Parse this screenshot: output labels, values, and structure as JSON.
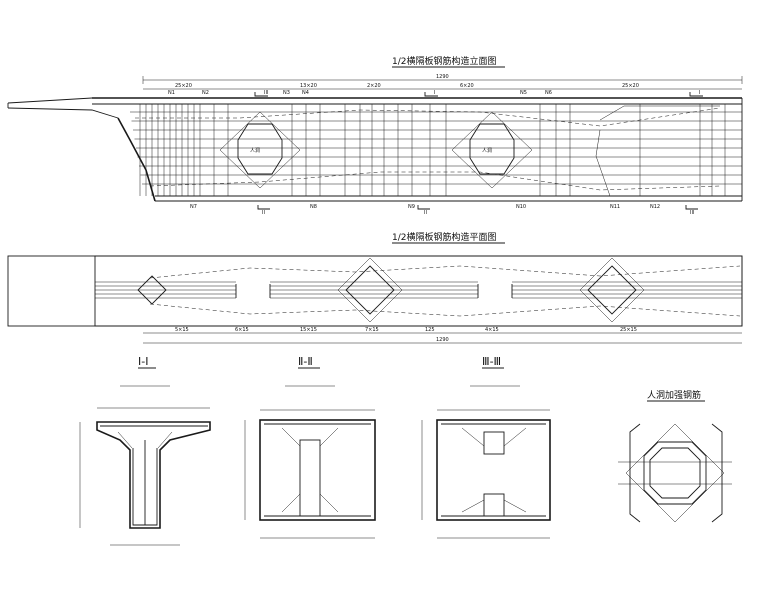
{
  "drawing": {
    "elevation_title": "1/2横隔板钢筋构造立面图",
    "plan_title": "1/2横隔板钢筋构造平面图",
    "section_1_label": "Ⅰ-Ⅰ",
    "section_2_label": "Ⅱ-Ⅱ",
    "section_3_label": "Ⅲ-Ⅲ",
    "manhole_title": "人洞加强钢筋",
    "manhole_label_left": "人洞",
    "manhole_label_right": "人洞",
    "overall_dim_top": "1290",
    "overall_dim_plan": "1290",
    "elevation_dims": [
      "25×20",
      "13×20",
      "2×20",
      "6×20",
      "25×20"
    ],
    "plan_dims": [
      "5×15",
      "6×15",
      "15×15",
      "7×15",
      "125",
      "4×15",
      "25×15"
    ],
    "section_marks": [
      "I",
      "II",
      "III",
      "I",
      "II",
      "III"
    ],
    "bar_marks": [
      "N1",
      "N2",
      "N3",
      "N4",
      "N5",
      "N6",
      "N7",
      "N8",
      "N9",
      "N10",
      "N11",
      "N12"
    ]
  },
  "colors": {
    "line": "#1a1a1a",
    "background": "#ffffff"
  }
}
